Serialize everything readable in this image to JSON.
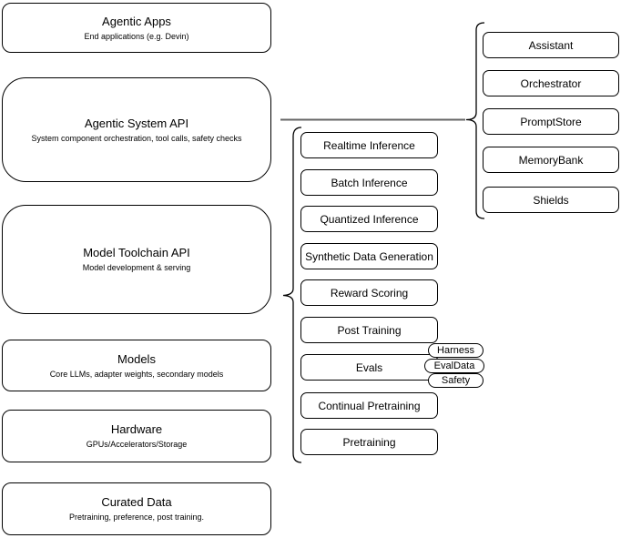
{
  "canvas": {
    "background": "#ffffff",
    "shape_fill": "#ffffff",
    "shape_stroke": "#000000",
    "text_color": "#000000",
    "connector_color": "#666666"
  },
  "stack": [
    {
      "title": "Agentic Apps",
      "subtitle": "End applications (e.g. Devin)"
    },
    {
      "title": "Agentic System API",
      "subtitle": "System component orchestration, tool calls, safety checks"
    },
    {
      "title": "Model Toolchain API",
      "subtitle": "Model development & serving"
    },
    {
      "title": "Models",
      "subtitle": "Core LLMs, adapter weights, secondary models"
    },
    {
      "title": "Hardware",
      "subtitle": "GPUs/Accelerators/Storage"
    },
    {
      "title": "Curated Data",
      "subtitle": "Pretraining, preference, post training."
    }
  ],
  "toolchain": {
    "items": [
      "Realtime Inference",
      "Batch Inference",
      "Quantized Inference",
      "Synthetic Data Generation",
      "Reward Scoring",
      "Post Training",
      "Evals",
      "Continual Pretraining",
      "Pretraining"
    ]
  },
  "evals_tags": [
    "Harness",
    "EvalData",
    "Safety"
  ],
  "system_components": [
    "Assistant",
    "Orchestrator",
    "PromptStore",
    "MemoryBank",
    "Shields"
  ]
}
